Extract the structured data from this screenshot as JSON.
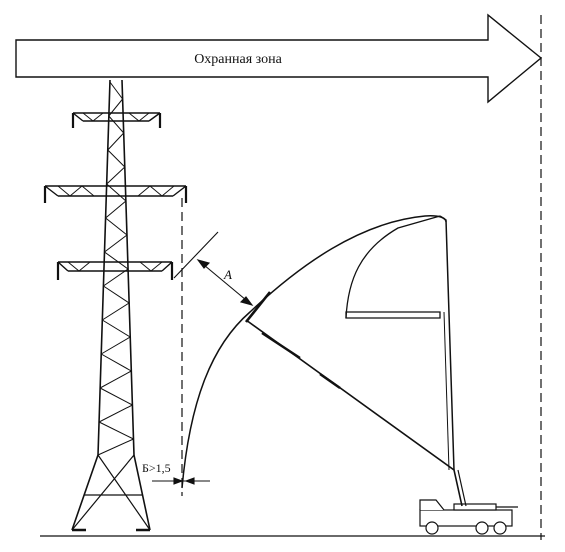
{
  "zone_label": "Охранная зона",
  "dim_a_label": "А",
  "dim_b_label": "Б>1,5",
  "colors": {
    "ink": "#111111",
    "background": "#ffffff"
  }
}
